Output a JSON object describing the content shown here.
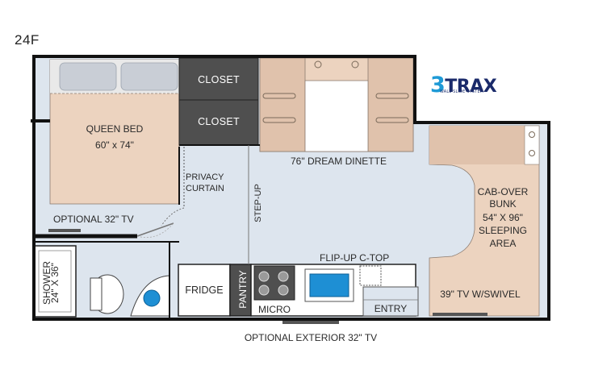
{
  "model": "24F",
  "brand": {
    "logo_numeral": "3",
    "logo_word": "TRAX",
    "logo_tagline": "WALL SLIDE SYSTEM",
    "colors": {
      "navy": "#1a2a6a",
      "cyan": "#1e9ad6"
    }
  },
  "rooms": {
    "closet_top": "CLOSET",
    "closet_bottom": "CLOSET",
    "queen_bed_line1": "QUEEN BED",
    "queen_bed_line2": "60\" x 74\"",
    "privacy_line1": "PRIVACY",
    "privacy_line2": "CURTAIN",
    "optional_tv": "OPTIONAL 32\" TV",
    "dinette": "76\" DREAM DINETTE",
    "step_up": "STEP-UP",
    "cabover_line1": "CAB-OVER",
    "cabover_line2": "BUNK",
    "cabover_line3": "54\" X 96\"",
    "cabover_line4": "SLEEPING",
    "cabover_line5": "AREA",
    "flip_up": "FLIP-UP C-TOP",
    "shower_line1": "SHOWER",
    "shower_line2": "24\" X 36\"",
    "fridge": "FRIDGE",
    "pantry": "PANTRY",
    "micro": "MICRO",
    "entry": "ENTRY",
    "tv_swivel": "39\" TV W/SWIVEL",
    "exterior_tv": "OPTIONAL EXTERIOR 32\" TV"
  },
  "colors": {
    "floor": "#dde5ee",
    "bed": "#ecd3bf",
    "pillow": "#c9ced6",
    "closet": "#4f4f4f",
    "wall": "#111111",
    "screen": "#1e8fd4"
  }
}
